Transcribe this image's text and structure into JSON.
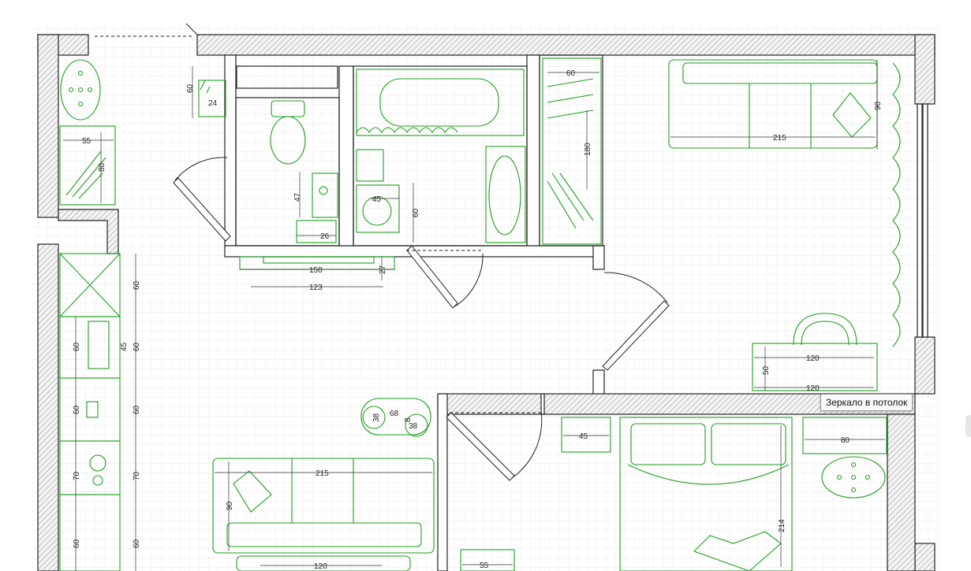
{
  "tooltip": {
    "text": "Зеркало в потолок"
  },
  "dimensions": {
    "d60_cab_top": "60",
    "d24": "24",
    "d55_cab": "55",
    "d80_cab": "80",
    "d47": "47",
    "d26": "26",
    "d45_bath": "45",
    "d60_bath": "60",
    "d150": "150",
    "d27": "27",
    "d123": "123",
    "d60_wardrobe": "60",
    "d180": "180",
    "d215_top": "215",
    "d90_top": "90",
    "d120_desk": "120",
    "d50": "50",
    "d120_desk2": "120",
    "d80_right": "80",
    "d45_night": "45",
    "d214": "214",
    "d55_bottom": "55",
    "d68": "68",
    "d38a": "38",
    "d38b": "38",
    "d8": "8",
    "d215_sofa": "215",
    "d90_sofa": "90",
    "d120_table": "120",
    "d60_k1": "60",
    "d60_k2": "60",
    "d45_k": "45",
    "d60_k3": "60",
    "d60_k4": "60",
    "d60_k5": "60",
    "d70_k1": "70",
    "d70_k2": "70",
    "d60_k6": "60",
    "d60_k7": "60"
  },
  "colors": {
    "furniture": "#1f9e1f",
    "wall_outline": "#222222",
    "hatch": "#8a8a8a",
    "grid": "#dcdcdc"
  }
}
